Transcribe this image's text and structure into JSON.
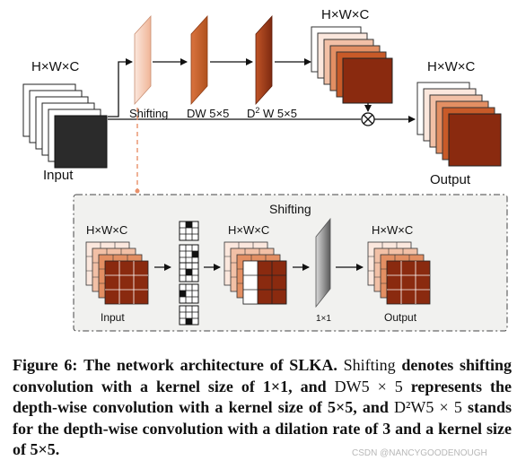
{
  "top": {
    "input_dims": "H×W×C",
    "input_label": "Input",
    "shifting_label": "Shifting",
    "dw_label": "DW 5×5",
    "d2w_label_d": "D",
    "d2w_label_sup": "2",
    "d2w_label_rest": " W 5×5",
    "mid_dims": "H×W×C",
    "output_dims": "H×W×C",
    "output_label": "Output",
    "multiply_symbol": "⊗"
  },
  "detail": {
    "title": "Shifting",
    "input_dims": "H×W×C",
    "mid_dims": "H×W×C",
    "output_dims": "H×W×C",
    "input_label": "Input",
    "conv_label": "1×1",
    "output_label": "Output"
  },
  "colors": {
    "light": "#f2d9ca",
    "mid": "#e3a07e",
    "orange": "#cc6a3a",
    "dark": "#8a2a0f",
    "panel": "#f1f1ef",
    "dashed": "#444444",
    "connector": "#e8906a"
  },
  "caption": {
    "figure": "Figure 6:",
    "title": "The network architecture of SLKA.",
    "p1": "Shifting",
    "p2": "denotes shifting convolution with a kernel size of 1×1, and",
    "p3": "DW5 × 5",
    "p4": "represents the depth-wise convolution with a kernel size of 5×5, and",
    "p5": "D²W5 × 5",
    "p6": "stands for the depth-wise convolution with a dilation rate of 3 and a kernel size of 5×5."
  },
  "watermark": "CSDN @NANCYGOODENOUGH"
}
